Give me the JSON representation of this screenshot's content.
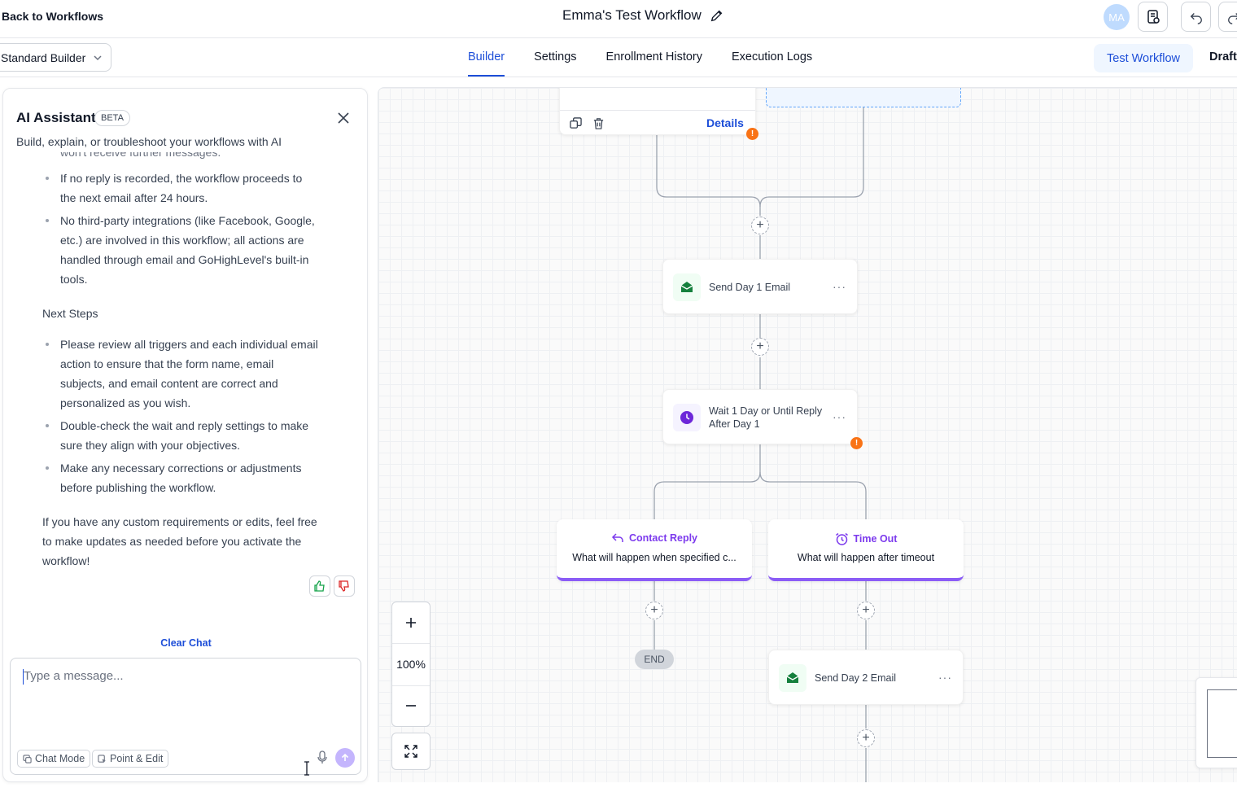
{
  "header": {
    "back_label": "Back to Workflows",
    "title": "Emma's Test Workflow",
    "avatar_initials": "MA"
  },
  "subbar": {
    "builder_select": "Standard Builder",
    "tabs": [
      "Builder",
      "Settings",
      "Enrollment History",
      "Execution Logs"
    ],
    "active_tab": "Builder",
    "test_button": "Test Workflow",
    "draft_label": "Draft"
  },
  "ai": {
    "title": "AI Assistant",
    "badge": "BETA",
    "subtitle": "Build, explain, or troubleshoot your workflows with AI",
    "cut_line": "won't receive further messages.",
    "bullets_a": [
      "If no reply is recorded, the workflow proceeds to the next email after 24 hours.",
      "No third-party integrations (like Facebook, Google, etc.) are involved in this workflow; all actions are handled through email and GoHighLevel's built-in tools."
    ],
    "next_steps": "Next Steps",
    "bullets_b": [
      "Please review all triggers and each individual email action to ensure that the form name, email subjects, and email content are correct and personalized as you wish.",
      "Double-check the wait and reply settings to make sure they align with your objectives.",
      "Make any necessary corrections or adjustments before publishing the workflow."
    ],
    "closing": "If you have any custom requirements or edits, feel free to make updates as needed before you activate the workflow!",
    "clear_chat": "Clear Chat",
    "input_placeholder": "Type a message...",
    "chat_mode": "Chat Mode",
    "point_edit": "Point & Edit"
  },
  "canvas": {
    "details_link": "Details",
    "node_email1": "Send Day 1 Email",
    "node_wait_line1": "Wait 1 Day or Until Reply",
    "node_wait_line2": "After Day 1",
    "branch_reply_title": "Contact Reply",
    "branch_reply_desc": "What will happen when specified c...",
    "branch_timeout_title": "Time Out",
    "branch_timeout_desc": "What will happen after timeout",
    "end_label": "END",
    "node_email2": "Send Day 2 Email",
    "zoom_level": "100%"
  },
  "colors": {
    "accent": "#1d4ed8",
    "branch": "#8b5cf6",
    "email_icon": "#15803d",
    "warning": "#f97316"
  }
}
